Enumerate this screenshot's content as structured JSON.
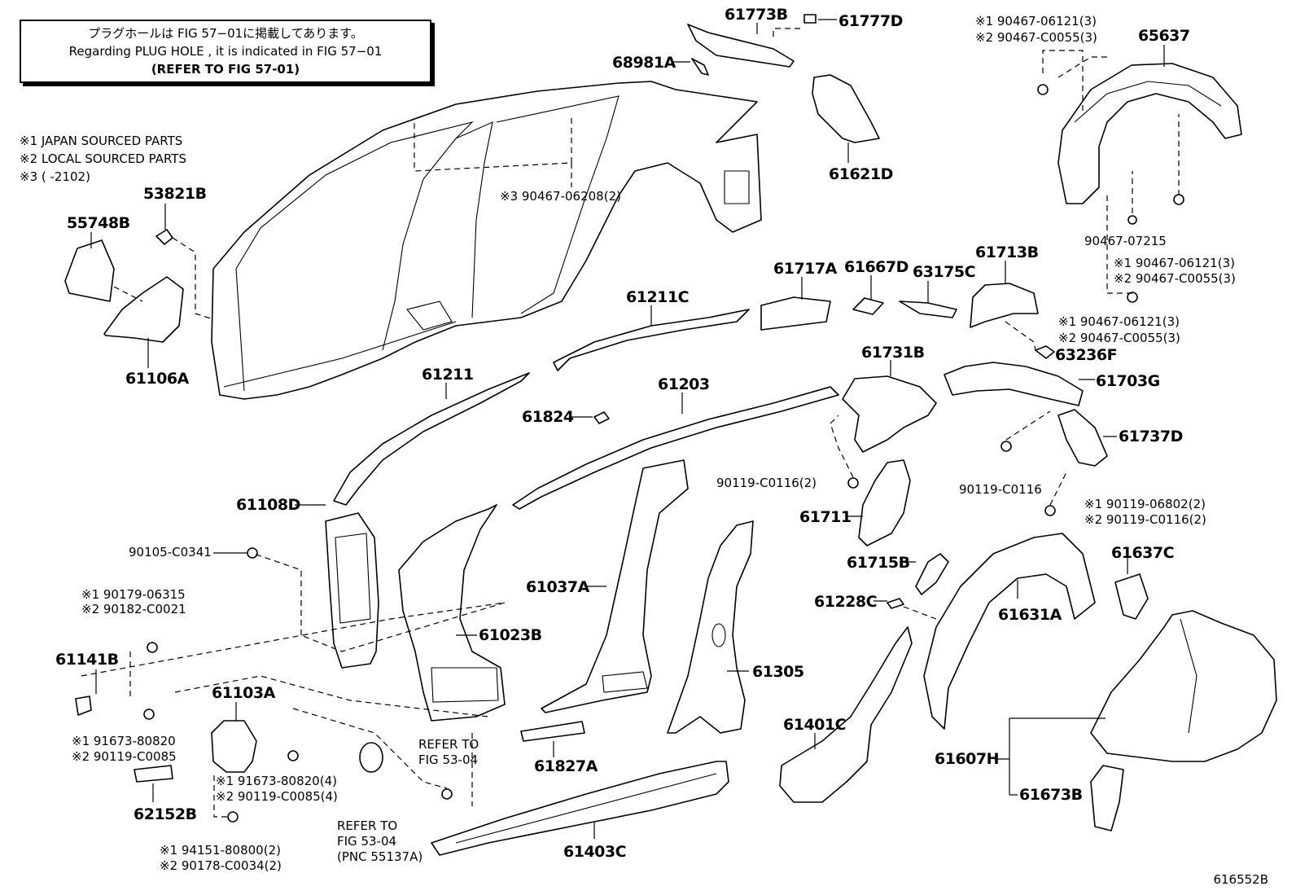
{
  "note": {
    "line1": "プラグホールは FIG 57−01に掲載してあります。",
    "line2": "Regarding PLUG HOLE , it is indicated in FIG 57−01",
    "line3": "(REFER TO FIG 57-01)"
  },
  "legend": [
    "※1 JAPAN SOURCED PARTS",
    "※2 LOCAL SOURCED PARTS",
    "※3 (     -2102)"
  ],
  "labels": {
    "l61773B": "61773B",
    "l61777D": "61777D",
    "l68981A": "68981A",
    "l61621D": "61621D",
    "l65637": "65637",
    "l65637_fast1": "※1 90467-06121(3)",
    "l65637_fast2": "※2 90467-C0055(3)",
    "l90467_07215": "90467-07215",
    "l90467_a1": "※1 90467-06121(3)",
    "l90467_a2": "※2 90467-C0055(3)",
    "l90467_b1": "※1 90467-06121(3)",
    "l90467_b2": "※2 90467-C0055(3)",
    "l63236F": "63236F",
    "l90467_06208": "※3 90467-06208(2)",
    "l53821B": "53821B",
    "l55748B": "55748B",
    "l61106A": "61106A",
    "l61717A": "61717A",
    "l61667D": "61667D",
    "l63175C": "63175C",
    "l61713B": "61713B",
    "l61211C": "61211C",
    "l61731B": "61731B",
    "l61703G": "61703G",
    "l61211": "61211",
    "l61203": "61203",
    "l61824": "61824",
    "l61737D": "61737D",
    "l90119_C0116_2": "90119-C0116(2)",
    "l90119_C0116": "90119-C0116",
    "l90119_06802": "※1 90119-06802(2)",
    "l90119_C0116b": "※2 90119-C0116(2)",
    "l61108D": "61108D",
    "l61711": "61711",
    "l90105": "90105-C0341",
    "l61715B": "61715B",
    "l61637C": "61637C",
    "l61037A": "61037A",
    "l90179": "※1 90179-06315",
    "l90182": "※2 90182-C0021",
    "l61228C": "61228C",
    "l61631A": "61631A",
    "l61023B": "61023B",
    "l61141B": "61141B",
    "l61305": "61305",
    "l61103A": "61103A",
    "l91673a": "※1 91673-80820",
    "l90119a": "※2 90119-C0085",
    "l61401C": "61401C",
    "l61607H": "61607H",
    "l61827A": "61827A",
    "l91673b": "※1 91673-80820(4)",
    "l90119b": "※2 90119-C0085(4)",
    "l62152B": "62152B",
    "l61673B": "61673B",
    "refer1a": "REFER TO",
    "refer1b": "FIG 53-04",
    "refer2a": "REFER TO",
    "refer2b": "FIG 53-04",
    "refer2c": "(PNC 55137A)",
    "l61403C": "61403C",
    "l94151": "※1 94151-80800(2)",
    "l90178": "※2 90178-C0034(2)"
  },
  "footer": "616552B"
}
